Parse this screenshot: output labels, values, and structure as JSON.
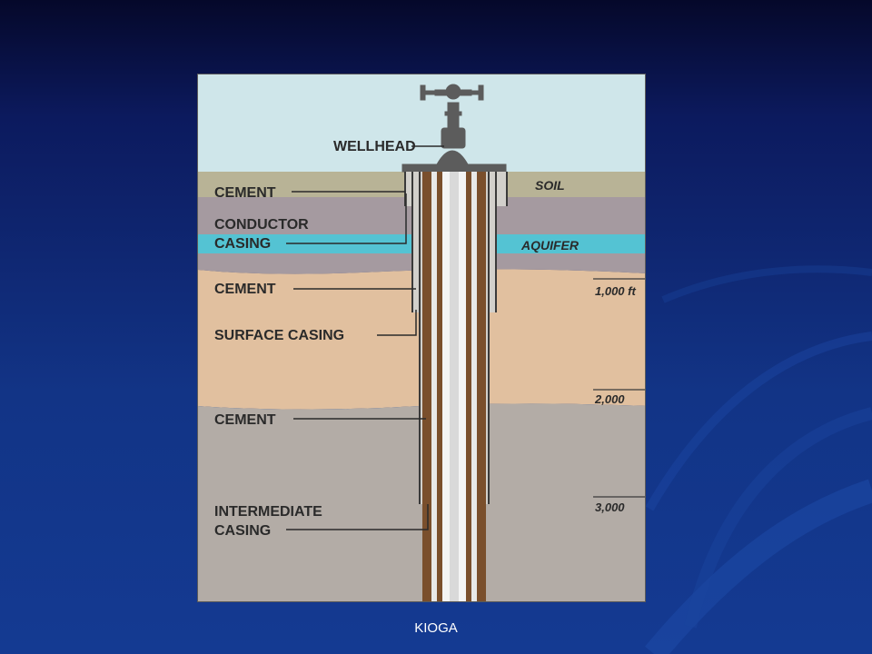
{
  "diagram": {
    "labels": {
      "wellhead": "WELLHEAD",
      "cement_1": "CEMENT",
      "conductor_line1": "CONDUCTOR",
      "conductor_line2": "CASING",
      "cement_2": "CEMENT",
      "surface_casing": "SURFACE CASING",
      "cement_3": "CEMENT",
      "intermediate_line1": "INTERMEDIATE",
      "intermediate_line2": "CASING"
    },
    "strata": {
      "soil": "SOIL",
      "aquifer": "AQUIFER"
    },
    "depths": [
      "1,000 ft",
      "2,000",
      "3,000"
    ]
  },
  "footer": "KIOGA",
  "colors": {
    "sky": "#cfe6ea",
    "soil": "#b8b396",
    "mauve": "#a59aa0",
    "aquifer": "#54c3d3",
    "sand": "#e1c09f",
    "grey_rock": "#b3aca6",
    "cement": "#d2d0cb",
    "casing_brown": "#7a4f2c"
  }
}
